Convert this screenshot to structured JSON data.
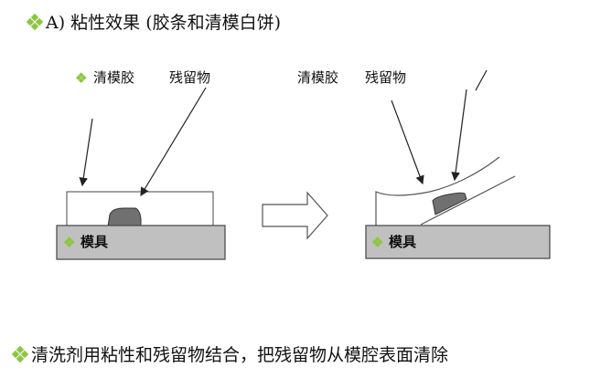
{
  "title": "A) 粘性效果 (胶条和清模白饼)",
  "left_diagram": {
    "label_cleaning_rubber": "清模胶",
    "label_residue": "残留物",
    "label_mold": "模具"
  },
  "right_diagram": {
    "label_cleaning_rubber": "清模胶",
    "label_residue": "残留物",
    "label_mold": "模具"
  },
  "footer": "清洗剂用粘性和残留物结合，把残留物从模腔表面清除",
  "colors": {
    "bullet": "#8cc63f",
    "mold_fill": "#c0c0c0",
    "residue_fill": "#707070"
  }
}
